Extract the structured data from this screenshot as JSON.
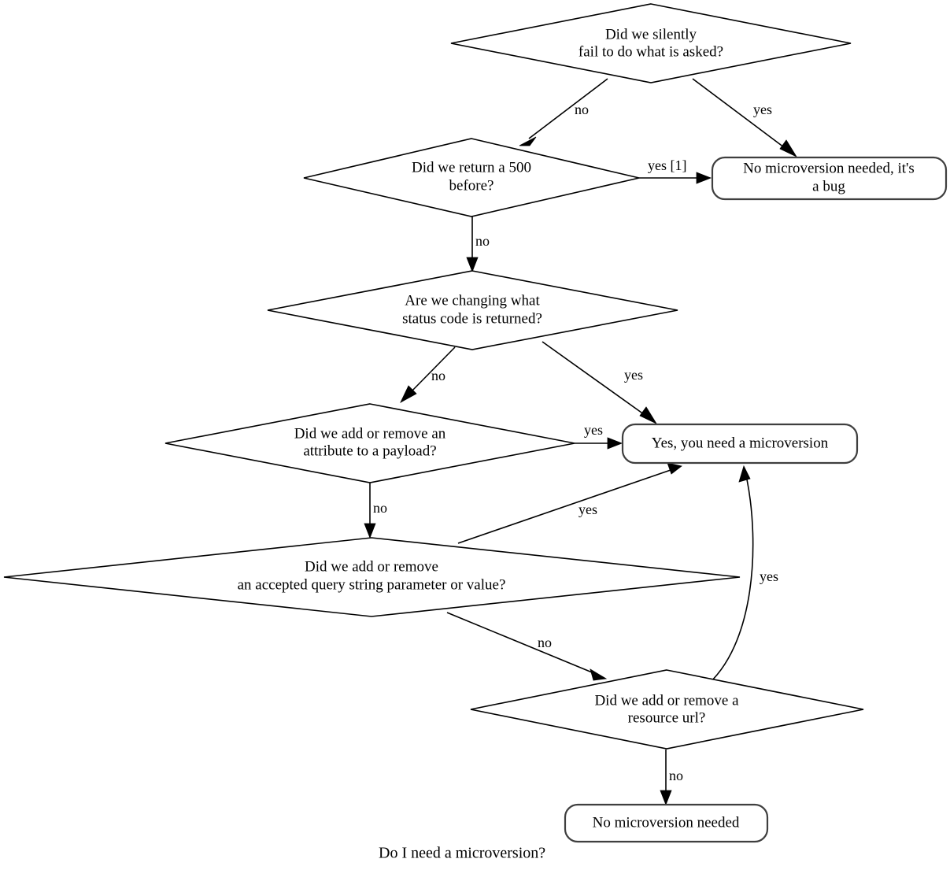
{
  "diagram": {
    "caption": "Do I need a microversion?",
    "nodes": [
      {
        "id": "silent-fail",
        "shape": "diamond",
        "lines": [
          "Did we silently",
          "fail to do what is asked?"
        ]
      },
      {
        "id": "return-500",
        "shape": "diamond",
        "lines": [
          "Did we return a 500",
          "before?"
        ]
      },
      {
        "id": "status-code",
        "shape": "diamond",
        "lines": [
          "Are we changing what",
          "status code is returned?"
        ]
      },
      {
        "id": "payload-attribute",
        "shape": "diamond",
        "lines": [
          "Did we add or remove an",
          "attribute to a payload?"
        ]
      },
      {
        "id": "query-string",
        "shape": "diamond",
        "lines": [
          "Did we add or remove",
          "an accepted query string parameter or value?"
        ]
      },
      {
        "id": "resource-url",
        "shape": "diamond",
        "lines": [
          "Did we add or remove a",
          "resource url?"
        ]
      },
      {
        "id": "bug",
        "shape": "rounded-box",
        "lines": [
          "No microversion needed, it's",
          "a bug"
        ]
      },
      {
        "id": "need-microversion",
        "shape": "rounded-box",
        "lines": [
          "Yes, you need a microversion"
        ]
      },
      {
        "id": "no-microversion",
        "shape": "rounded-box",
        "lines": [
          "No microversion needed"
        ]
      }
    ],
    "edges": [
      {
        "id": "silent-fail-no",
        "from": "silent-fail",
        "to": "return-500",
        "label": "no"
      },
      {
        "id": "silent-fail-yes",
        "from": "silent-fail",
        "to": "bug",
        "label": "yes"
      },
      {
        "id": "return-500-yes",
        "from": "return-500",
        "to": "bug",
        "label": "yes [1]"
      },
      {
        "id": "return-500-no",
        "from": "return-500",
        "to": "status-code",
        "label": "no"
      },
      {
        "id": "status-code-no",
        "from": "status-code",
        "to": "payload-attribute",
        "label": "no"
      },
      {
        "id": "status-code-yes",
        "from": "status-code",
        "to": "need-microversion",
        "label": "yes"
      },
      {
        "id": "payload-attr-yes",
        "from": "payload-attribute",
        "to": "need-microversion",
        "label": "yes"
      },
      {
        "id": "payload-attr-no",
        "from": "payload-attribute",
        "to": "query-string",
        "label": "no"
      },
      {
        "id": "query-string-yes",
        "from": "query-string",
        "to": "need-microversion",
        "label": "yes"
      },
      {
        "id": "query-string-no",
        "from": "query-string",
        "to": "resource-url",
        "label": "no"
      },
      {
        "id": "resource-url-yes",
        "from": "resource-url",
        "to": "need-microversion",
        "label": "yes"
      },
      {
        "id": "resource-url-no",
        "from": "resource-url",
        "to": "no-microversion",
        "label": "no"
      }
    ]
  }
}
